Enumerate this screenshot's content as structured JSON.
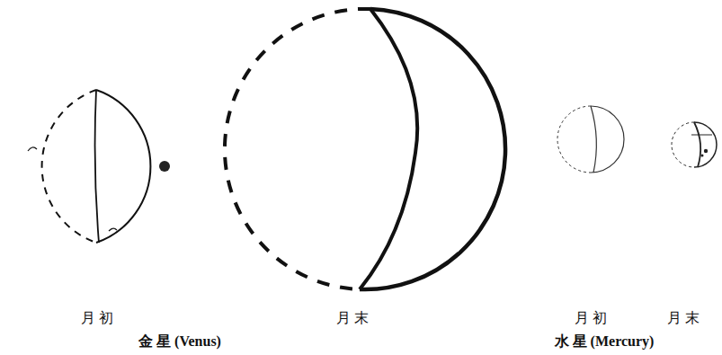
{
  "diagram": {
    "labels": [
      "月 初",
      "月 末",
      "金 星 (Venus)",
      "月 初",
      "月 末",
      "水 星 (Mercury)"
    ]
  }
}
